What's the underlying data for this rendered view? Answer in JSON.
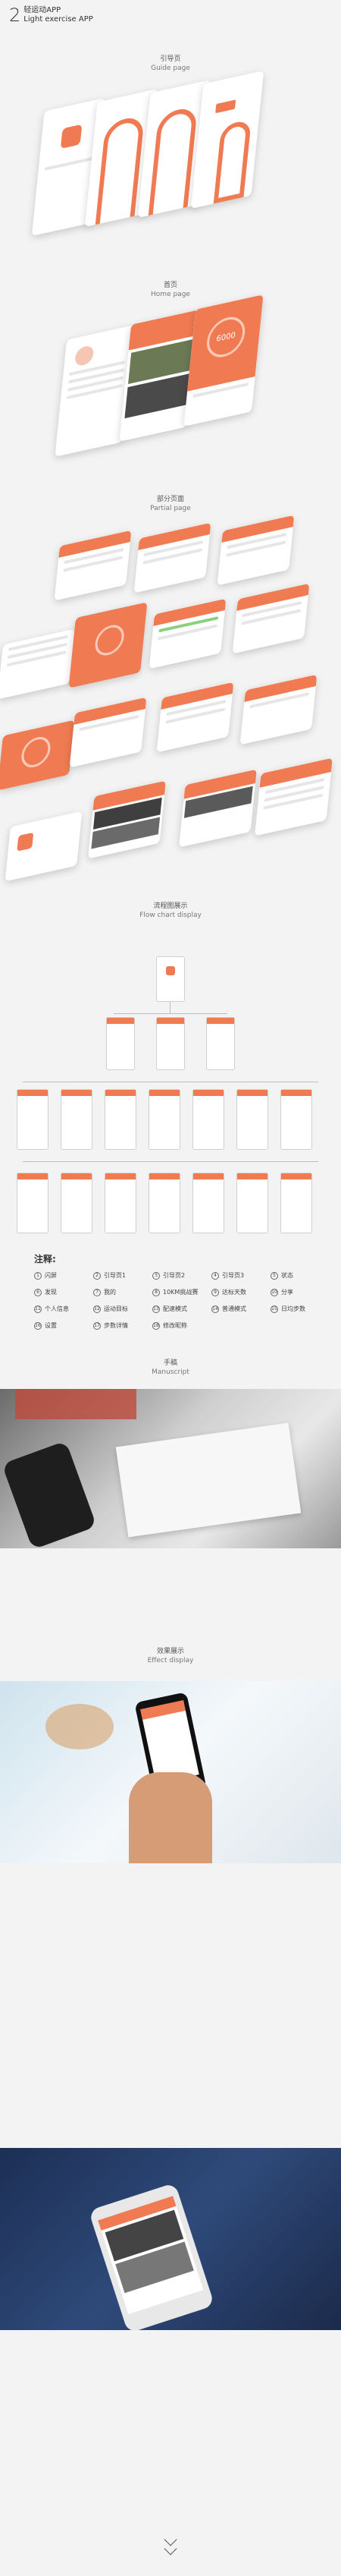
{
  "brand": {
    "number": "2",
    "title_zh": "轻运动APP",
    "title_en": "Light exercise APP"
  },
  "sections": {
    "guide": {
      "zh": "引导页",
      "en": "Guide page"
    },
    "home": {
      "zh": "首页",
      "en": "Home page"
    },
    "partial": {
      "zh": "部分页面",
      "en": "Partial page"
    },
    "flow": {
      "zh": "流程图展示",
      "en": "Flow chart display"
    },
    "manuscript": {
      "zh": "手稿",
      "en": "Manuscript"
    },
    "effect": {
      "zh": "效果展示",
      "en": "Effect display"
    }
  },
  "home_screen": {
    "steps": "6000"
  },
  "legend": {
    "title": "注释:",
    "items": [
      {
        "n": "1",
        "label": "闪屏"
      },
      {
        "n": "2",
        "label": "引导页1"
      },
      {
        "n": "3",
        "label": "引导页2"
      },
      {
        "n": "4",
        "label": "引导页3"
      },
      {
        "n": "5",
        "label": "状态"
      },
      {
        "n": "6",
        "label": "发现"
      },
      {
        "n": "7",
        "label": "我的"
      },
      {
        "n": "8",
        "label": "10KM挑战赛"
      },
      {
        "n": "9",
        "label": "达标天数"
      },
      {
        "n": "10",
        "label": "分享"
      },
      {
        "n": "11",
        "label": "个人信息"
      },
      {
        "n": "12",
        "label": "运动目标"
      },
      {
        "n": "13",
        "label": "配速模式"
      },
      {
        "n": "14",
        "label": "普通模式"
      },
      {
        "n": "15",
        "label": "日均步数"
      },
      {
        "n": "16",
        "label": "设置"
      },
      {
        "n": "17",
        "label": "步数详情"
      },
      {
        "n": "18",
        "label": "修改昵称"
      }
    ]
  },
  "colors": {
    "accent": "#f07b52",
    "bg": "#f3f3f3"
  }
}
